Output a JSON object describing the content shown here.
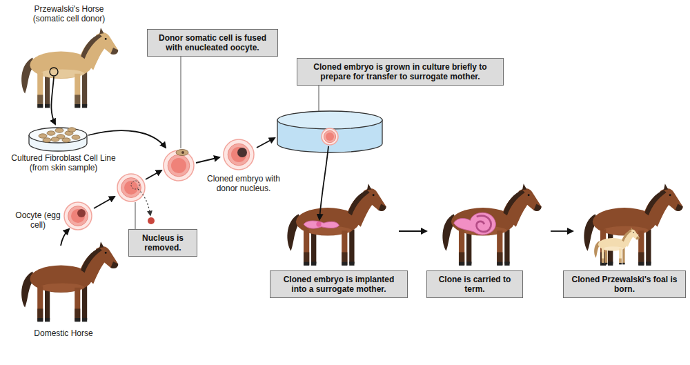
{
  "diagram": {
    "nodes": [
      {
        "text": [
          "Donor somatic cell is fused with enucleated oocyte."
        ]
      },
      {
        "text": [
          "Cloned embryo is grown in culture briefly to prepare for transfer to surrogate mother."
        ]
      },
      {
        "text": [
          "Nucleus is removed."
        ]
      },
      {
        "text": [
          "Cloned embryo is implanted into a surrogate mother."
        ]
      },
      {
        "text": [
          "Clone is carried to term."
        ]
      },
      {
        "text": [
          "Cloned Przewalski's foal is born."
        ]
      }
    ],
    "labels": [
      "Przewalski's Horse (somatic cell donor)",
      "Cultured Fibroblast Cell Line (from skin sample)",
      "Cloned embryo with donor nucleus.",
      "Oocyte (egg cell)",
      "Domestic Horse"
    ]
  }
}
